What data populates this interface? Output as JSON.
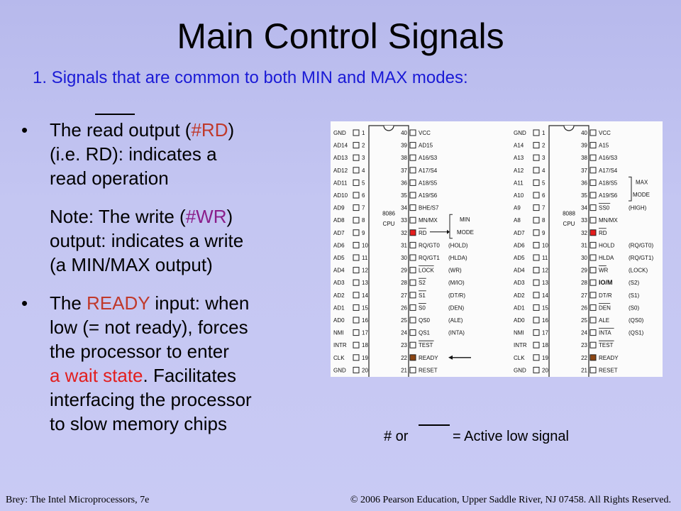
{
  "title": "Main Control Signals",
  "subtitle": "1. Signals that are common to both MIN and MAX modes:",
  "bullet_marker": "•",
  "b1": {
    "pre": "The read output (",
    "code": "#RD",
    "post": ")",
    "line2": "(i.e. RD): indicates a",
    "line3": "read operation"
  },
  "note": {
    "pre": "Note: The write (",
    "code": "#WR",
    "post": ")",
    "line2": "output: indicates a write",
    "line3": "(a MIN/MAX output)"
  },
  "b2": {
    "pre": "The ",
    "ready": "READY",
    "post": " input: when",
    "line2": "low (= not ready), forces",
    "line3": "the processor to enter",
    "wait": "a wait state",
    "line4_post": ". Facilitates",
    "line5": "interfacing the processor",
    "line6": "to slow memory chips"
  },
  "legend": {
    "left": "# or",
    "right": "= Active low signal"
  },
  "footer": {
    "left": "Brey: The Intel Microprocessors, 7e",
    "right": "© 2006 Pearson Education, Upper Saddle River, NJ 07458. All Rights Reserved."
  },
  "colors": {
    "subtitle": "#1a1ad6",
    "highlight_red": "#e21e1e",
    "highlight_purple": "#8a1e8a",
    "ready_orange": "#c0392b",
    "pin_red": "#e51c1c",
    "pin_brown": "#8b4513"
  },
  "chip8086": {
    "name": "8086",
    "sub": "CPU",
    "mode_label": [
      "MIN",
      "MODE"
    ],
    "left": [
      "GND",
      "AD14",
      "AD13",
      "AD12",
      "AD11",
      "AD10",
      "AD9",
      "AD8",
      "AD7",
      "AD6",
      "AD5",
      "AD4",
      "AD3",
      "AD2",
      "AD1",
      "AD0",
      "NMI",
      "INTR",
      "CLK",
      "GND"
    ],
    "right": [
      "VCC",
      "AD15",
      "A16/S3",
      "A17/S4",
      "A18/S5",
      "A19/S6",
      "BHE/S7",
      "MN/MX",
      "RD",
      "RQ/GT0",
      "RQ/GT1",
      "LOCK",
      "S2",
      "S1",
      "S0",
      "QS0",
      "QS1",
      "TEST",
      "READY",
      "RESET"
    ],
    "right_extra": [
      "",
      "",
      "",
      "",
      "",
      "",
      "",
      "",
      "",
      "(HOLD)",
      "(HLDA)",
      "(WR)",
      "(M/IO)",
      "(DT/R)",
      "(DEN)",
      "(ALE)",
      "(INTA)",
      "",
      "",
      ""
    ]
  },
  "chip8088": {
    "name": "8088",
    "sub": "CPU",
    "mode_label": [
      "MAX",
      "MODE"
    ],
    "left": [
      "GND",
      "A14",
      "A13",
      "A12",
      "A11",
      "A10",
      "A9",
      "A8",
      "AD7",
      "AD6",
      "AD5",
      "AD4",
      "AD3",
      "AD2",
      "AD1",
      "AD0",
      "NMI",
      "INTR",
      "CLK",
      "GND"
    ],
    "right": [
      "VCC",
      "A15",
      "A16/S3",
      "A17/S4",
      "A18/S5",
      "A19/S6",
      "SS0",
      "MN/MX",
      "RD",
      "HOLD",
      "HLDA",
      "WR",
      "IO/M",
      "DT/R",
      "DEN",
      "ALE",
      "INTA",
      "TEST",
      "READY",
      "RESET"
    ],
    "right_extra": [
      "",
      "",
      "",
      "",
      "",
      "",
      "(HIGH)",
      "",
      "",
      "(RQ/GT0)",
      "(RQ/GT1)",
      "(LOCK)",
      "(S2)",
      "(S1)",
      "(S0)",
      "(QS0)",
      "(QS1)",
      "",
      "",
      ""
    ]
  }
}
